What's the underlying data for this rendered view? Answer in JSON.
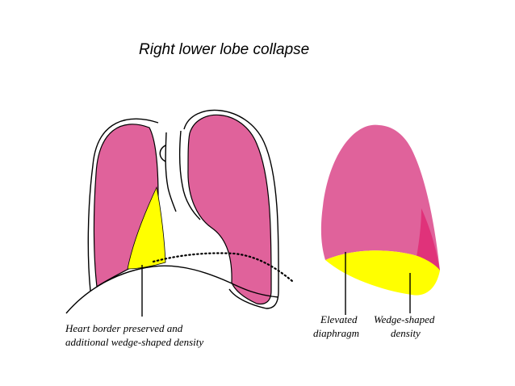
{
  "title": "Right lower lobe collapse",
  "captions": {
    "frontal_line1": "Heart border preserved and",
    "frontal_line2": "additional wedge-shaped density",
    "elevated_line1": "Elevated",
    "elevated_line2": "diaphragm",
    "wedge_line1": "Wedge-shaped",
    "wedge_line2": "density"
  },
  "colors": {
    "lung": "#e0629b",
    "lung_dark": "#e0327a",
    "density": "#ffff00",
    "outline": "#000000"
  }
}
